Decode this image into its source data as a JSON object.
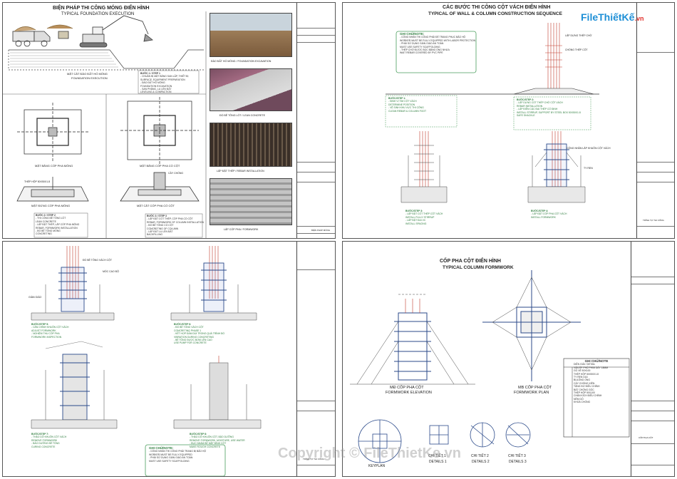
{
  "sheet1": {
    "title_vi": "BIỆN PHÁP THI CÔNG MÓNG ĐIỂN HÌNH",
    "title_en": "TYPICAL FOUNDATION EXECUTION",
    "cap_excavation_vi": "MẶT CẮT ĐÀO ĐẤT HỐ MÓNG",
    "cap_excavation_en": "FOUNDATION EXECUTION",
    "step1_title": "BƯỚC 1 / STEP 1",
    "step1_lines": [
      "- CHUẨN BỊ MẶT BẰNG SAN LẤP, THIẾT BỊ",
      "  SURFACE, EQUIPMENT PREPARATION",
      "- ĐÀO ĐẤT HỐ MÓNG",
      "  FOUNDATION EXCAVATION",
      "- SAN PHẲNG, LU LÈN ĐẤT",
      "  LEVELING & COMPACTION"
    ],
    "cap_plan_formwork": "MẶT BẰNG CỐP PHA MÓNG",
    "cap_plan_column": "MẶT BẰNG CỐP PHA CỔ CỘT",
    "cap_section_foundation": "MẶT ĐỨNG CỐP PHA MÓNG",
    "cap_section_column": "MẶT CẮT CỐP PHA CỔ CỘT",
    "label_steel": "THÉP HỘP 50X50X1.8",
    "label_tie": "CÂY CHỐNG",
    "step2_title": "BƯỚC 2 / STEP 2",
    "step2_lines": [
      "- THI CÔNG BÊ TÔNG LÓT",
      "  LEAN CONCRETE",
      "- LẮP ĐẶT THÉP, LẮP CỐP PHA MÓNG",
      "  REBAR, FORMWORK INSTALLATION",
      "- ĐỔ BÊ TÔNG MÓNG",
      "  CONCRETING"
    ],
    "step3_title": "BƯỚC 3 / STEP 3",
    "step3_lines": [
      "- LẮP ĐẶT CỐT THÉP, CỐP PHA CỔ CỘT",
      "  REBAR, FORMWORK OF COLUMN INSTALLATION",
      "- ĐỔ BÊ TÔNG CỔ CỘT",
      "  CONCRETING OF COLUMN",
      "- LẤP ĐẤT LU LÈN ĐẤT",
      "  BACKFILLING"
    ],
    "photo1": "ĐÀO ĐẤT HỐ MÓNG / FOUNDATION EXCAVATION",
    "photo2": "ĐỔ BÊ TÔNG LÓT / LEAN CONCRETE",
    "photo3": "LẮP ĐẶT THÉP / REBAR INSTALLATION",
    "photo4": "LẮP CỐP PHA / FORMWORK",
    "tb_text": "BIỆN PHÁP MÓNG"
  },
  "sheet2": {
    "title_vi": "CÁC BƯỚC THI CÔNG CỘT VÁCH ĐIỂN HÌNH",
    "title_en": "TYPICAL OF WALL & COLUMN CONSTRUCTION SEQUENCE",
    "note_title": "GHI CHÚ/NOTE:",
    "note_lines": [
      "- CÔNG NHÂN THI CÔNG PHẢI ĐỂ TRANG PHỤC BẢO HỘ",
      "  WORKER MUST BE FULLY EQUIPPED WITH LABOR PROTECTION",
      "- PHẢI SỬ DỤNG GIÀN GIÁO AN TOÀN",
      "  MUST USE SAFETY SCAFFOLDING",
      "- THÉP CHỜ ĐƯỢC BỌC BẰNG ỐNG NHỰA",
      "  WAIT REBAR COVERED BY PVC PIPE"
    ],
    "lbl_wait_rebar": "LẮP DỰNG THÉP CHỜ",
    "lbl_column_rebar": "CHỐNG THÉP CỘT",
    "step1_title": "BƯỚC/STEP 1:",
    "step1_lines": [
      "- ĐỊNH VỊ TIM CỘT VÁCH",
      "  DETERMINE POSITION",
      "- VỆ SINH KHU VỰC THI CÔNG",
      "  CLEAN REBAR & COLUMN FOOT"
    ],
    "step2_title": "BƯỚC/STEP 2:",
    "step2_lines": [
      "- LẮP DỰNG CỐT THÉP CHỜ CỘT VÁCH",
      "  REBAR INSTALLATION",
      "- LẮP ĐIỀN CÁC ĐAI THÉP CỐ ĐỊNH",
      "  INSTALL STIRRUP, SUPPORT BY STEEL BOX 50X50X1.8",
      "  SAFE SHACKLE"
    ],
    "step3_title": "BƯỚC/STEP 3:",
    "step3_lines": [
      "- LẮP ĐẶT CỐT THÉP CỘT VÁCH",
      "  INSTALL FULLY STIRRUP",
      "- LẮP ĐẶT ĐAI VC",
      "  INSTALL SPACING"
    ],
    "step4_title": "BƯỚC/STEP 4:",
    "step4_lines": [
      "- LẮP ĐẶT CỐP PHA CỘT VÁCH",
      "  INSTALL FORMWORK"
    ],
    "lbl_formwork": "CÔNG NHÂN LẮP KHUÔN CỘT VÁCH",
    "lbl_tie_rod": "TY REN",
    "tb_text": "TRÌNH TỰ THI CÔNG"
  },
  "sheet3": {
    "lbl_top": "ĐỔ BÊ TÔNG VÁCH CỘT",
    "lbl_mark": "MỐC CAO ĐỘ",
    "lbl_scaffold": "GIÀN GIÁO",
    "step5_title": "BƯỚC/STEP 5:",
    "step5_lines": [
      "- CĂN CHỈNH KHUÔN CỘT VÁCH",
      "  ADJUST FORMWORK",
      "- NGHIỆM THU CỐP PHA",
      "  FORMWORK INSPECTION"
    ],
    "step6_title": "BƯỚC/STEP 6:",
    "step6_lines": [
      "- ĐỔ BÊ TÔNG VÁCH CỘT",
      "  CONCRETING PHASE 1",
      "- KẾT HỢP ĐẦM DÙI TRONG QUÁ TRÌNH ĐỔ",
      "  VIBRATION DURING CONCRETING",
      "- BÊ TÔNG ĐƯỢC BƠM LÊN CAO",
      "  USE PUMP FOR CONCRETE"
    ],
    "step7_title": "BƯỚC/STEP 7:",
    "step7_lines": [
      "- THÁO DỠ KHUÔN CỘT VÁCH",
      "  REMOVE FORMWORK",
      "- BẢO DƯỠNG BÊ TÔNG",
      "  CURING CONCRETE"
    ],
    "step8_title": "BƯỚC/STEP 8:",
    "step8_lines": [
      "- THÁO DỠ KHUÔN CỘT, BẢO DƯỠNG",
      "  REMOVE FORMWORK, MOISTURE, USE WATER",
      "- ĐỤC NHÁM BỀ MẶT ĐỈNH CỘT",
      "  MAKE ROUGH CONCRETE"
    ],
    "note_title": "GHI CHÚ/NOTE:",
    "note_lines": [
      "- CÔNG NHÂN THI CÔNG PHẢI TRANG BỊ BẢO HỘ",
      "  WORKER MUST BE FULLY EQUIPPED",
      "- PHẢI SỬ DỤNG GIÀN GIÁO AN TOÀN",
      "  MUST USE SAFETY SCAFFOLDING"
    ],
    "tb_text": "TRÌNH TỰ THI CÔNG"
  },
  "sheet4": {
    "title_vi": "CỐP PHA CỘT ĐIỂN HÌNH",
    "title_en": "TYPICAL COLUMN FORMWORK",
    "elev_vi": "MĐ CỐP PHA CỘT",
    "elev_en": "FORMWORK ELEVATION",
    "plan_vi": "MB CỐP PHA CỘT",
    "plan_en": "FORMWORK PLAN",
    "keyplan": "KEYPLAN",
    "d1_vi": "CHI TIẾT 1",
    "d1_en": "DETAILS 1",
    "d2_vi": "CHI TIẾT 2",
    "d2_en": "DETAILS 2",
    "d3_vi": "CHI TIẾT 3",
    "d3_en": "DETAILS 3",
    "note_title": "GHI CHÚ/NOTE",
    "note_header": "DIỄN GIẢI / DETAIL",
    "note_rows": [
      "VÁN ÉP PHỦ PHIM DÀY 18MM",
      "GỖ XẺ 50X100",
      "THÉP HỘP 50X50X1.8",
      "TY REN D16",
      "BULÔNG ỐNG",
      "CÂY CHỐNG XIÊN",
      "TĂNG ĐƠ ĐIỀU CHỈNH",
      "BÁT CHỐNG GÓC",
      "THÉP HỘP 50X100",
      "CHÂN KÍCH ĐIỀU CHỈNH",
      "NÊM GỖ",
      "KHOÁ CHỐNG"
    ],
    "tb_text": "CỐP PHA CỘT"
  },
  "logo": {
    "text": "FileThiếtKế",
    "suffix": ".vn"
  },
  "watermark": "Copyright © FileThietKe.vn"
}
